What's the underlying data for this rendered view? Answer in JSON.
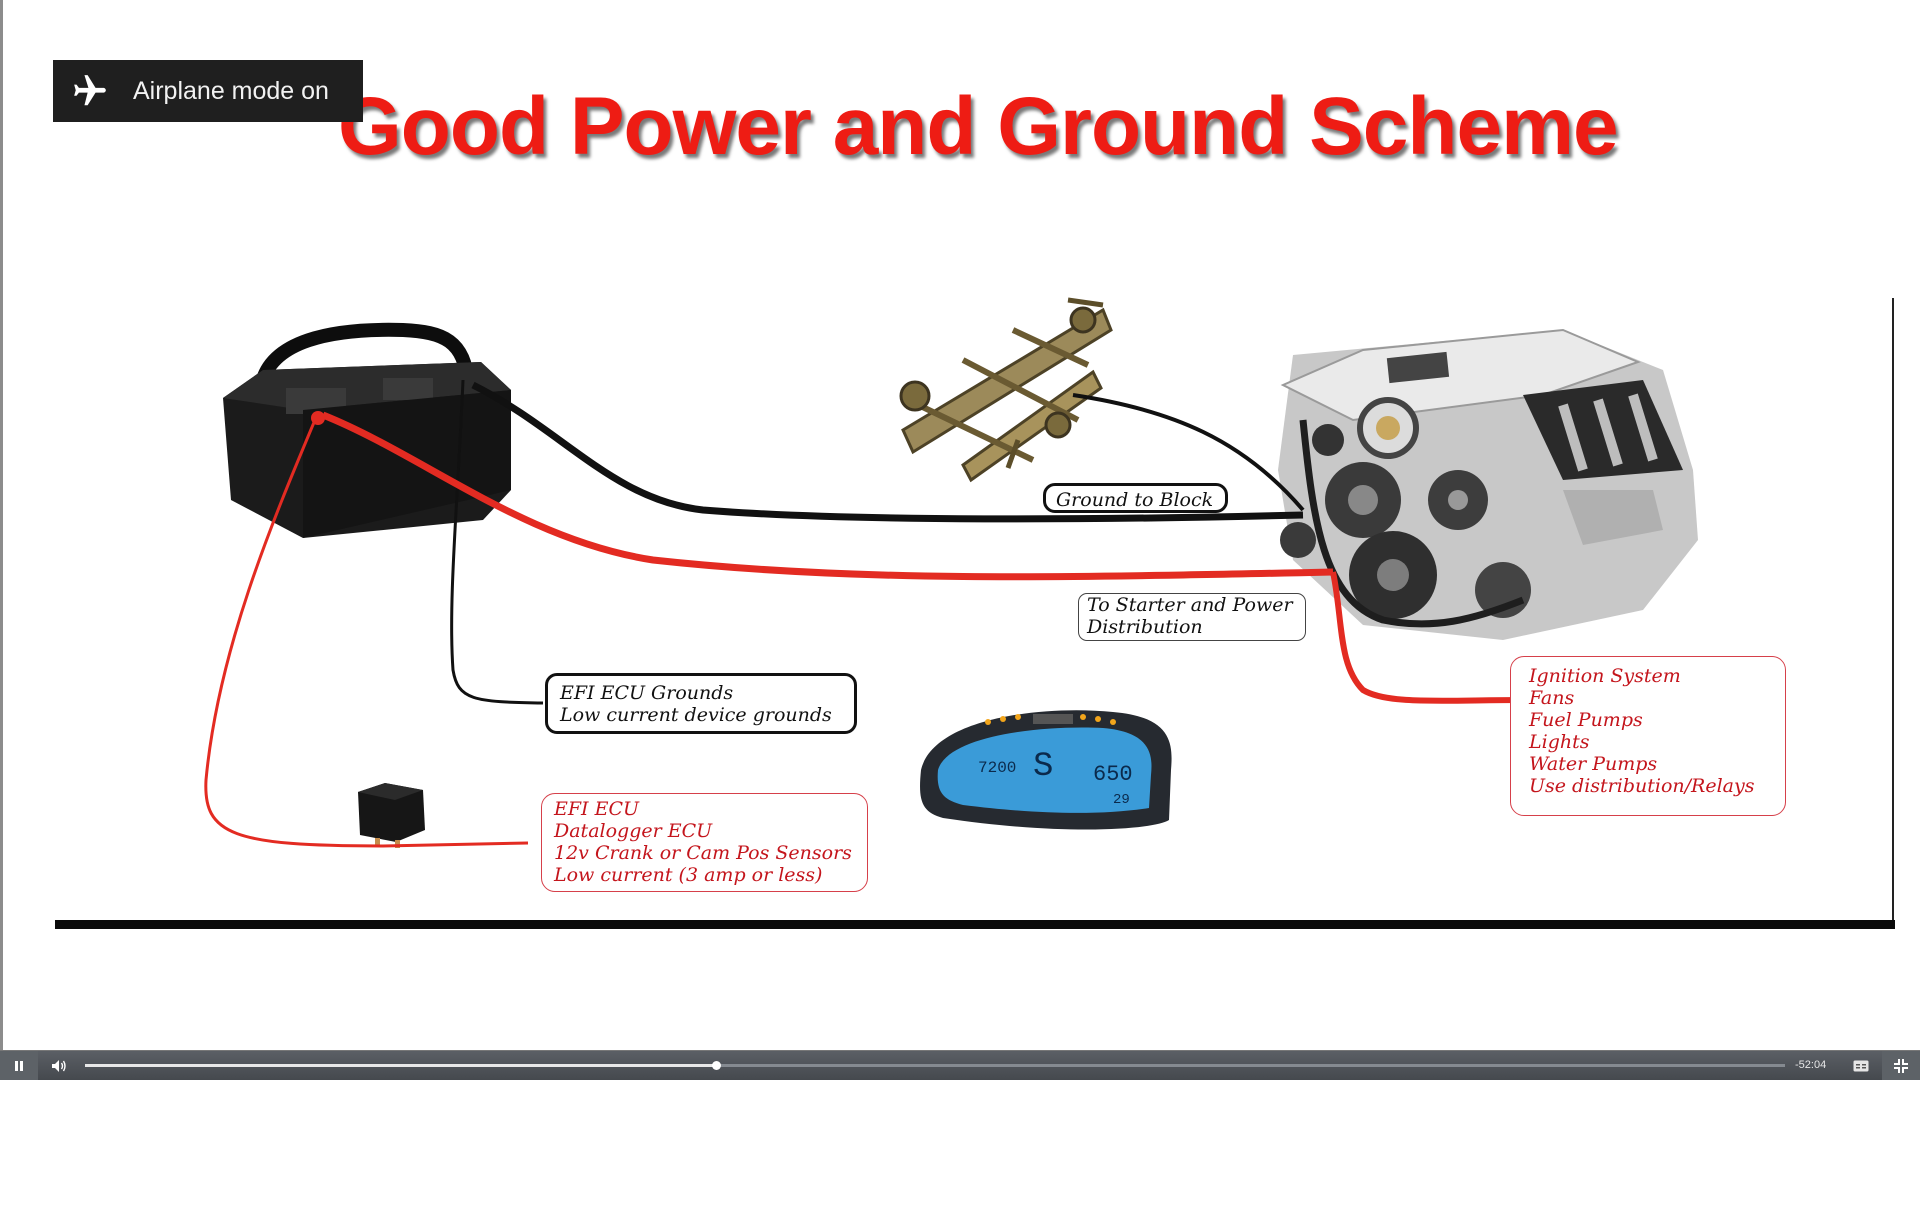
{
  "notification": {
    "text": "Airplane mode on",
    "icon": "airplane-icon"
  },
  "slide": {
    "title": "Good Power and Ground Scheme",
    "title_color": "#ee1c14",
    "labels": {
      "ground_to_block": "Ground to Block",
      "to_starter": [
        "To Starter and Power",
        "Distribution"
      ],
      "efi_grounds": [
        "EFI ECU Grounds",
        "Low current device grounds"
      ],
      "ignition": [
        "Ignition System",
        "Fans",
        "Fuel Pumps",
        "Lights",
        "Water Pumps",
        "Use distribution/Relays"
      ],
      "efi_ecu": [
        "EFI ECU",
        "Datalogger ECU",
        "12v Crank or Cam Pos Sensors",
        "Low current (3 amp or less)"
      ]
    },
    "dash_readouts": [
      "S",
      "650",
      "7200",
      "29"
    ],
    "wire_colors": {
      "positive": "#e32b22",
      "ground": "#111111"
    }
  },
  "player": {
    "play_pause_icon": "pause-icon",
    "volume_icon": "volume-icon",
    "progress_fraction": 0.3714,
    "time_remaining": "-52:04",
    "captions_icon": "captions-icon",
    "exit_fullscreen_icon": "exit-fullscreen-icon"
  }
}
